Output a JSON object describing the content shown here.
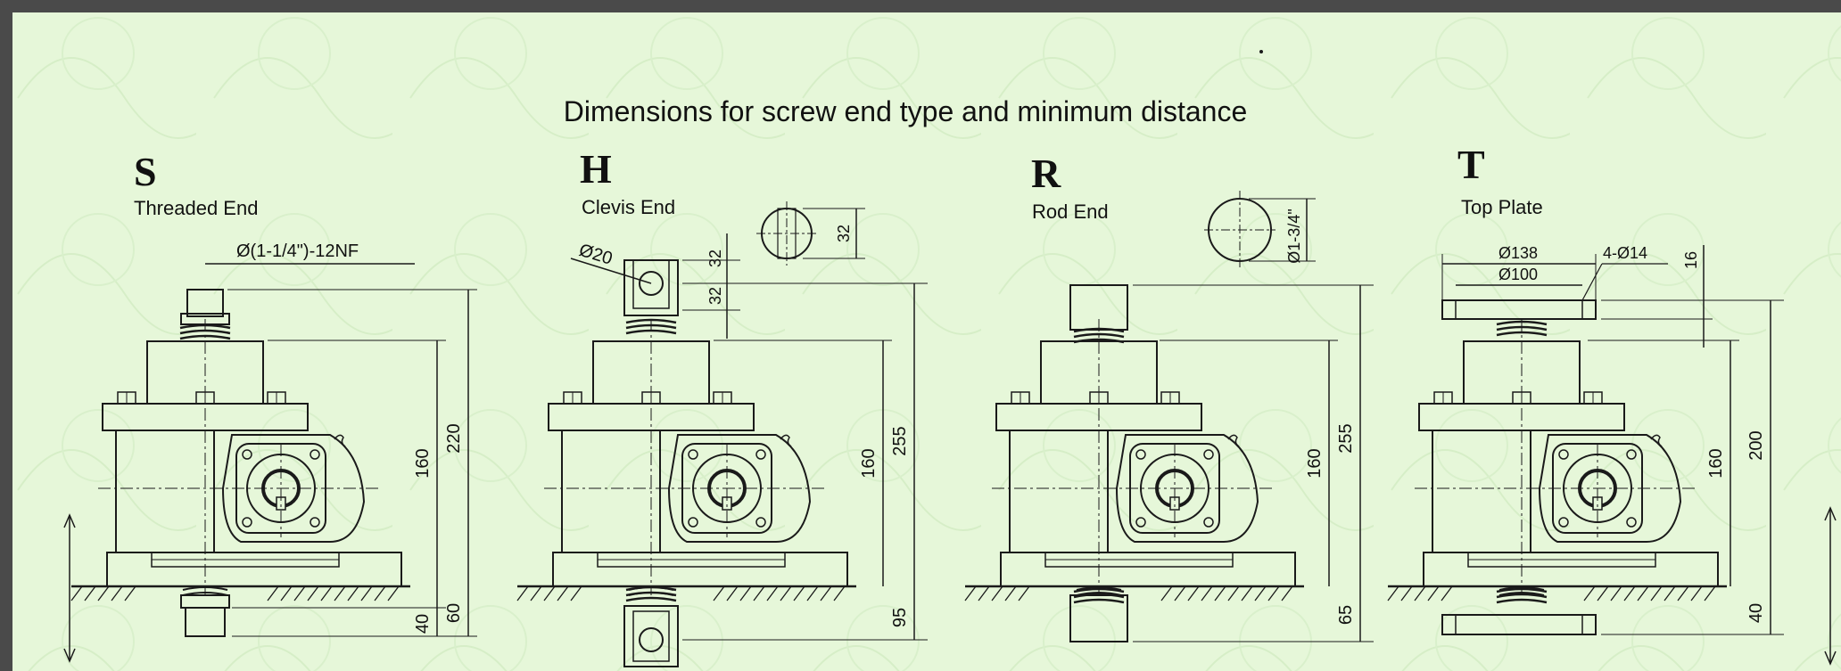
{
  "colors": {
    "background": "#e6f7d9",
    "border": "#4a4a4a",
    "ink": "#1a1a1a"
  },
  "title": "Dimensions for screw end type and minimum distance",
  "panels": [
    {
      "code": "S",
      "name": "Threaded End",
      "dims": {
        "thread": "Ø(1-1/4\")-12NF",
        "h1": "160",
        "h2": "220",
        "b1": "40",
        "b2": "60"
      }
    },
    {
      "code": "H",
      "name": "Clevis End",
      "dims": {
        "pin": "Ø20",
        "w1": "32",
        "w2": "32",
        "det": "32",
        "h1": "160",
        "h2": "255",
        "b1": "95"
      }
    },
    {
      "code": "R",
      "name": "Rod End",
      "dims": {
        "rod": "Ø1-3/4\"",
        "h1": "160",
        "h2": "255",
        "b1": "65"
      }
    },
    {
      "code": "T",
      "name": "Top Plate",
      "dims": {
        "d1": "Ø138",
        "d2": "Ø100",
        "holes": "4-Ø14",
        "t": "16",
        "h1": "160",
        "h2": "200",
        "b1": "40"
      }
    }
  ]
}
